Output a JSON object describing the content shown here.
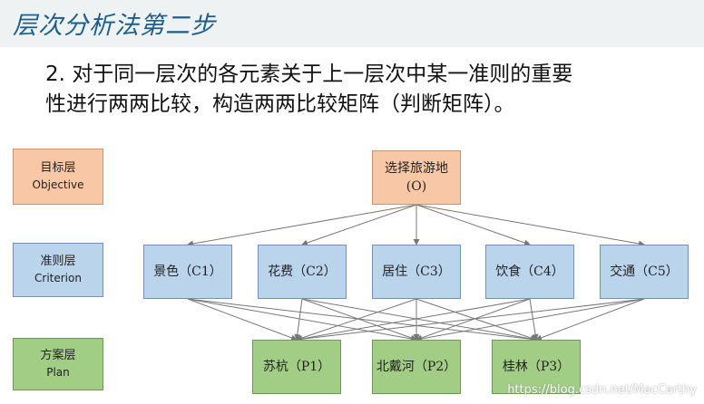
{
  "header": {
    "title": "层次分析法第二步"
  },
  "subtitle": {
    "line1": "2. 对于同一层次的各元素关于上一层次中某一准则的重要",
    "line2": "性进行两两比较，构造两两比较矩阵（判断矩阵）。"
  },
  "layers": {
    "objective": {
      "zh": "目标层",
      "en": "Objective"
    },
    "criterion": {
      "zh": "准则层",
      "en": "Criterion"
    },
    "plan": {
      "zh": "方案层",
      "en": "Plan"
    }
  },
  "goal": {
    "line1": "选择旅游地",
    "line2": "(O)"
  },
  "criteria": [
    "景色（C1）",
    "花费（C2）",
    "居住（C3）",
    "饮食（C4）",
    "交通（C5）"
  ],
  "plans": [
    "苏杭（P1）",
    "北戴河（P2）",
    "桂林（P3）"
  ],
  "watermark": "https://blog.csdn.net/MacCarthy",
  "colors": {
    "objective": "#f8c7a5",
    "criterion": "#bad4ec",
    "plan": "#a2cd84",
    "title": "#1d5e8a",
    "arrow": "#777777"
  }
}
